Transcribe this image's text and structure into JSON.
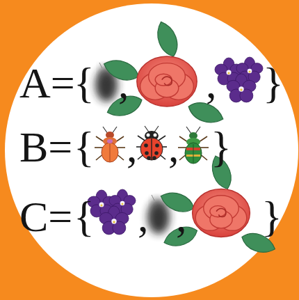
{
  "diagram": {
    "labels": [
      "A=",
      "{",
      ",",
      ",",
      "}",
      "B=",
      "{",
      ",",
      ",",
      "}",
      "C=",
      "{",
      ",",
      ",",
      "}"
    ]
  }
}
